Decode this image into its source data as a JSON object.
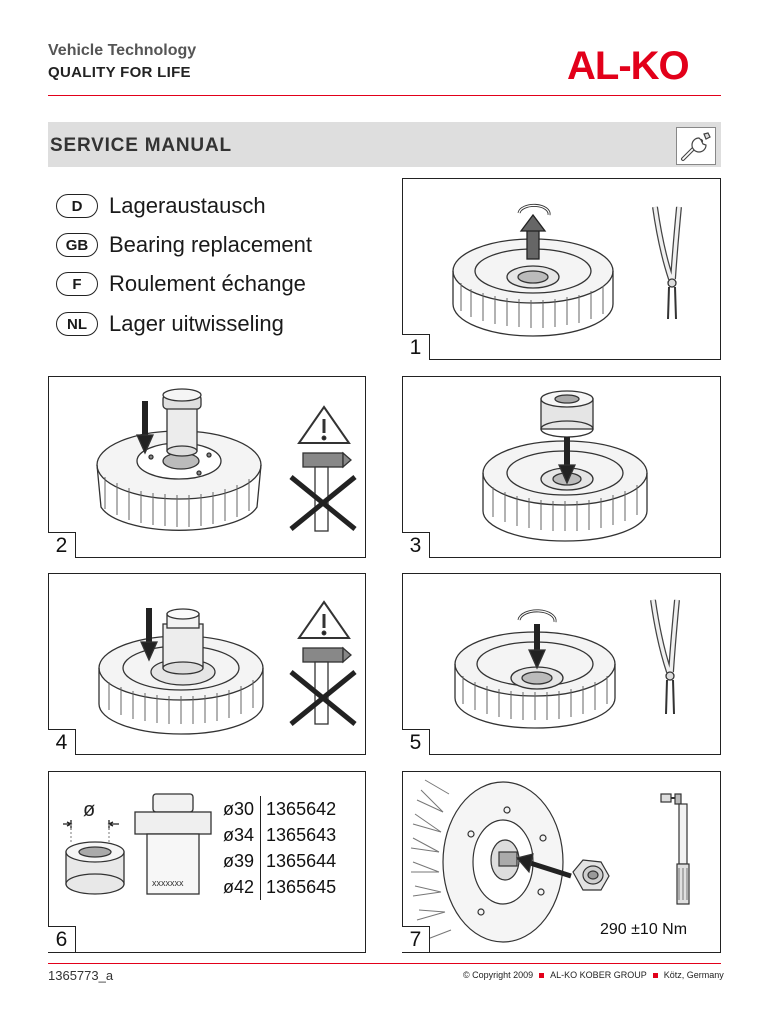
{
  "header": {
    "subtitle": "Vehicle Technology",
    "slogan": "QUALITY FOR LIFE",
    "brand": "AL-KO",
    "brand_color": "#e2001a"
  },
  "banner": {
    "title": "SERVICE MANUAL",
    "icon": "wrench-icon"
  },
  "languages": [
    {
      "code": "D",
      "text": "Lageraustausch"
    },
    {
      "code": "GB",
      "text": "Bearing replacement"
    },
    {
      "code": "F",
      "text": "Roulement échange"
    },
    {
      "code": "NL",
      "text": "Lager uitwisseling"
    }
  ],
  "steps": [
    "1",
    "2",
    "3",
    "4",
    "5",
    "6",
    "7"
  ],
  "step6": {
    "diameter_symbol": "ø",
    "tool_label": "xxxxxxx",
    "sizes": [
      {
        "d": "ø30",
        "part": "1365642"
      },
      {
        "d": "ø34",
        "part": "1365643"
      },
      {
        "d": "ø39",
        "part": "1365644"
      },
      {
        "d": "ø42",
        "part": "1365645"
      }
    ]
  },
  "step7": {
    "torque": "290 ±10 Nm"
  },
  "footer": {
    "doc_number": "1365773_a",
    "copyright": "© Copyright 2009",
    "company": "AL-KO KOBER GROUP",
    "location": "Kötz, Germany"
  }
}
